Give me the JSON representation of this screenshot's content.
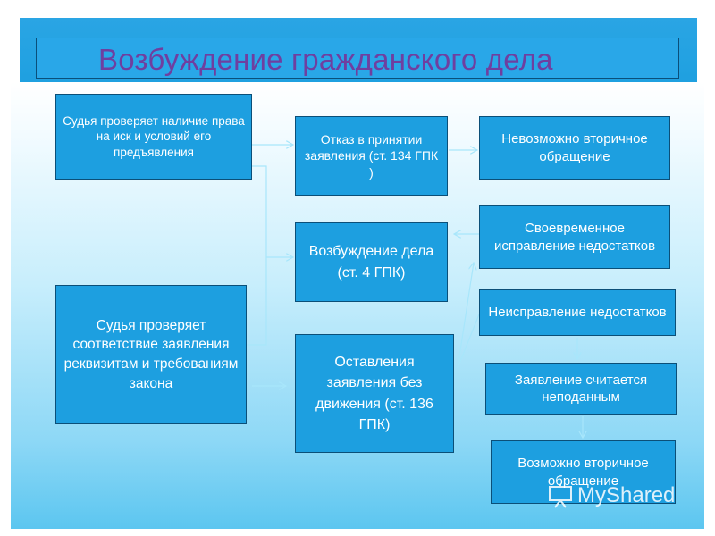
{
  "title": "Возбуждение гражданского дела",
  "boxes": {
    "judge_check_right": "Судья проверяет наличие права на иск и условий его предъявления",
    "judge_check_requisites": "Судья проверяет соответствие заявления реквизитам и требованиям закона",
    "refusal": "Отказ в принятии заявления (ст. 134 ГПК )",
    "initiation": "Возбуждение дела (ст. 4 ГПК)",
    "leave_without_motion": "Оставления заявления без движения (ст. 136 ГПК)",
    "impossible_repeat": "Невозможно вторичное обращение",
    "timely_correction": "Своевременное исправление недостатков",
    "non_correction": "Неисправление недостатков",
    "not_filed": "Заявление считается неподанным",
    "possible_repeat": "Возможно вторичное обращение"
  },
  "watermark": {
    "text": "MyShared",
    "icon": "presentation-board-icon"
  },
  "colors": {
    "box_fill": "#1d9fe0",
    "box_border": "#0b4f78",
    "title_text": "#6f3fa0",
    "connector": "#a8e6fb"
  }
}
